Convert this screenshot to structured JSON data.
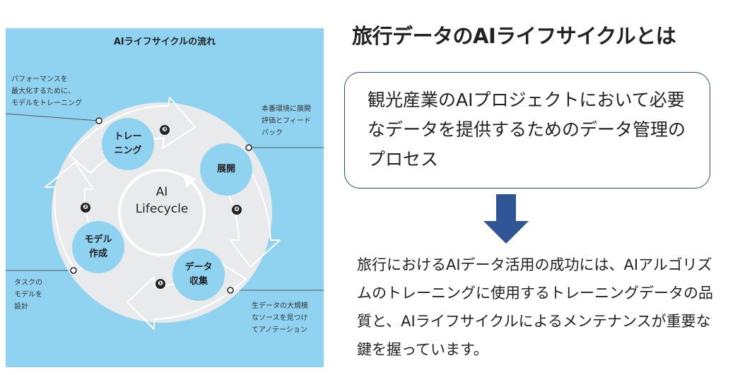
{
  "diagram": {
    "title": "AIライフサイクルの流れ",
    "center_label": "AI\nLifecycle",
    "stages": [
      {
        "number": "❶",
        "label": "データ\n収集",
        "note": "生データの大規模\nなソースを見つけ\nてアノテーション"
      },
      {
        "number": "❷",
        "label": "モデル\n作成",
        "note": "タスクの\nモデルを\n設計"
      },
      {
        "number": "❸",
        "label": "トレー\nニング",
        "note": "パフォーマンスを\n最大化するために、\nモデルをトレーニング"
      },
      {
        "number": "❹",
        "label": "展開",
        "note": "本番環境に展開\n評価とフィード\nバック"
      }
    ],
    "colors": {
      "background": "#8fd3f0",
      "ring": "#e9eaeb",
      "node": "#8fd3f0"
    }
  },
  "main_title": "旅行データのAIライフサイクルとは",
  "definition": "観光産業のAIプロジェクトにおいて必要なデータを提供するためのデータ管理のプロセス",
  "arrow": {
    "color": "#2f5597",
    "icon": "down-arrow-icon"
  },
  "body_text": "旅行におけるAIデータ活用の成功には、AIアルゴリズムのトレーニングに使用するトレーニングデータの品質と、AIライフサイクルによるメンテナンスが重要な鍵を握っています。"
}
